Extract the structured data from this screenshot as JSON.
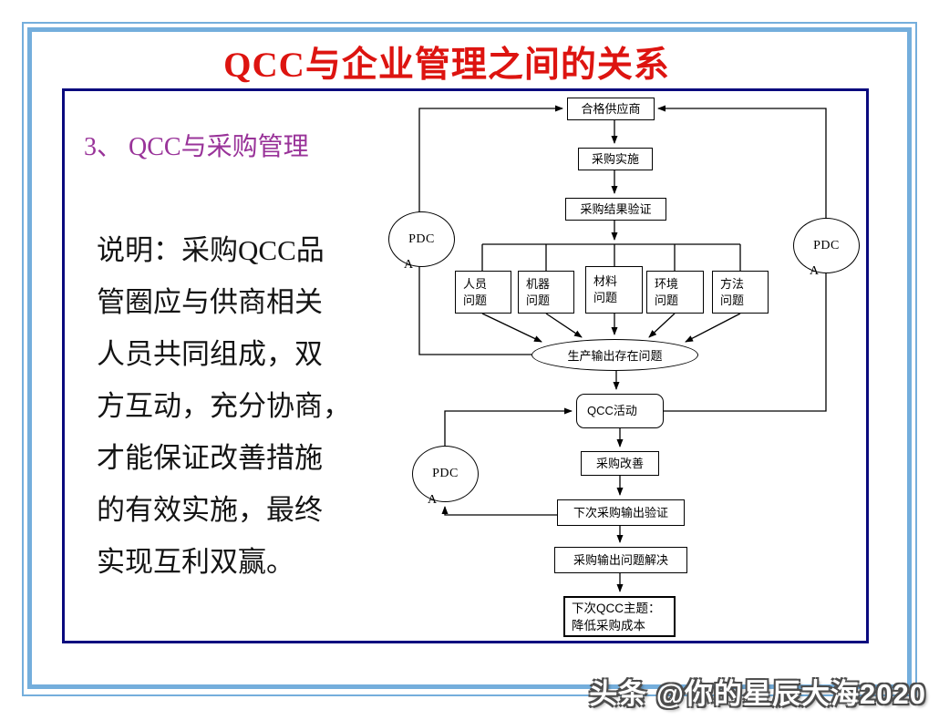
{
  "slide": {
    "title": "QCC与企业管理之间的关系",
    "section_heading": "3、 QCC与采购管理",
    "body_lines": [
      "说明：采购QCC品",
      "管圈应与供商相关",
      "人员共同组成，双",
      "方互动，充分协商，",
      "才能保证改善措施",
      "的有效实施，最终",
      "实现互利双赢。"
    ],
    "watermark": "头条 @你的星辰大海2020"
  },
  "flowchart": {
    "qualified_supplier": "合格供应商",
    "purchase_implement": "采购实施",
    "purchase_result_verify": "采购结果验证",
    "problems": [
      {
        "line1": "人员",
        "line2": "问题"
      },
      {
        "line1": "机器",
        "line2": "问题"
      },
      {
        "line1": "材料",
        "line2": "问题"
      },
      {
        "line1": "环境",
        "line2": "问题"
      },
      {
        "line1": "方法",
        "line2": "问题"
      }
    ],
    "production_output_problem": "生产输出存在问题",
    "qcc_activity": "QCC活动",
    "purchase_improve": "采购改善",
    "next_purchase_verify": "下次采购输出验证",
    "purchase_output_solved": "采购输出问题解决",
    "next_qcc_theme_line1": "下次QCC主题：",
    "next_qcc_theme_line2": "降低采购成本",
    "pdca": {
      "main": "PDC",
      "tail": "A"
    }
  },
  "colors": {
    "title_red": "#dd1410",
    "heading_purple": "#993399",
    "frame_blue": "#74aedc",
    "panel_navy": "#0a0a7e",
    "flow_line": "#000000",
    "watermark_fill": "#ffffff",
    "watermark_outline": "#4d4d4d"
  }
}
